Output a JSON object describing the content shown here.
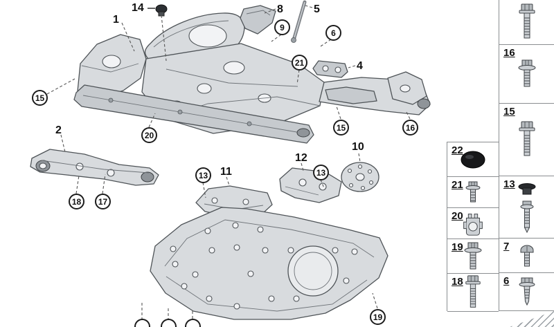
{
  "diagram": {
    "callouts": {
      "plain": {
        "p1": "1",
        "p2": "2",
        "p4": "4",
        "p5": "5",
        "p8": "8",
        "p10": "10",
        "p11": "11",
        "p12": "12",
        "p14": "14"
      },
      "circled": {
        "c6": "6",
        "c9": "9",
        "c13a": "13",
        "c13b": "13",
        "c15a": "15",
        "c15b": "15",
        "c16": "16",
        "c17": "17",
        "c18": "18",
        "c19": "19",
        "c20": "20",
        "c21": "21"
      }
    }
  },
  "fastener_panel": {
    "right_column": [
      {
        "label": "",
        "icon": "hex-bolt-icon"
      },
      {
        "label": "16",
        "icon": "flange-bolt-icon"
      },
      {
        "label": "15",
        "icon": "long-bolt-icon"
      },
      {
        "label": "13",
        "icon": "expanding-nut-screw-icon"
      },
      {
        "label": "7",
        "icon": "pan-head-screw-icon"
      },
      {
        "label": "6",
        "icon": "tapping-screw-icon"
      }
    ],
    "left_column": [
      {
        "label": "22",
        "icon": "blind-plug-icon"
      },
      {
        "label": "21",
        "icon": "small-screw-icon"
      },
      {
        "label": "20",
        "icon": "cage-nut-icon"
      },
      {
        "label": "19",
        "icon": "flange-bolt-icon"
      },
      {
        "label": "18",
        "icon": "long-bolt-icon"
      }
    ]
  },
  "colors": {
    "part_fill": "#d8dbde",
    "part_fill_dark": "#c6cace",
    "line": "#4e5357",
    "panel_border": "#8a8d90"
  }
}
